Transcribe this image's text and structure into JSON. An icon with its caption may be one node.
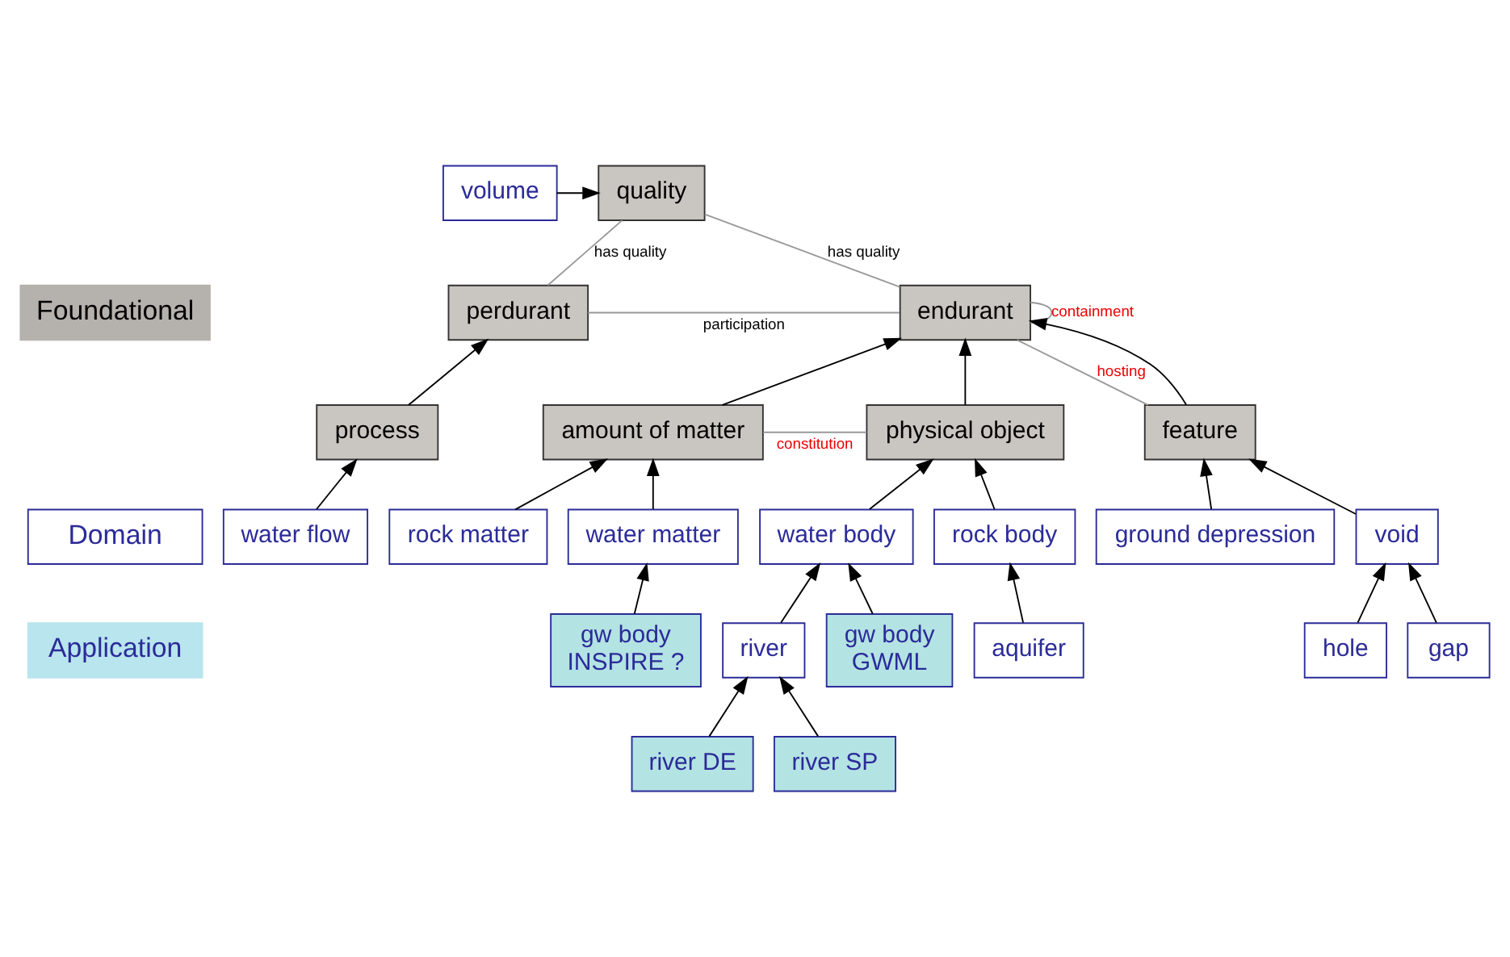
{
  "diagram": {
    "nodes": [
      {
        "text": [
          "Foundational"
        ]
      },
      {
        "text": [
          "Domain"
        ]
      },
      {
        "text": [
          "Application"
        ]
      },
      {
        "text": [
          "quality"
        ]
      },
      {
        "text": [
          "volume"
        ]
      },
      {
        "text": [
          "perdurant"
        ]
      },
      {
        "text": [
          "endurant"
        ]
      },
      {
        "text": [
          "process"
        ]
      },
      {
        "text": [
          "amount of matter"
        ]
      },
      {
        "text": [
          "physical object"
        ]
      },
      {
        "text": [
          "feature"
        ]
      },
      {
        "text": [
          "water flow"
        ]
      },
      {
        "text": [
          "rock matter"
        ]
      },
      {
        "text": [
          "water matter"
        ]
      },
      {
        "text": [
          "water body"
        ]
      },
      {
        "text": [
          "rock body"
        ]
      },
      {
        "text": [
          "ground depression"
        ]
      },
      {
        "text": [
          "void"
        ]
      },
      {
        "text": [
          "river"
        ]
      },
      {
        "text": [
          "aquifer"
        ]
      },
      {
        "text": [
          "hole"
        ]
      },
      {
        "text": [
          "gap"
        ]
      },
      {
        "text": [
          "gw body",
          "INSPIRE ?"
        ]
      },
      {
        "text": [
          "gw body",
          "GWML"
        ]
      },
      {
        "text": [
          "river DE"
        ]
      },
      {
        "text": [
          "river SP"
        ]
      }
    ],
    "edges": [
      {
        "from": 4,
        "to": 3,
        "arrow": "to"
      },
      {
        "from": 5,
        "to": 3,
        "arrow": "none",
        "label": "has quality",
        "color": "#999999"
      },
      {
        "from": 6,
        "to": 3,
        "arrow": "none",
        "label": "has quality",
        "color": "#999999"
      },
      {
        "from": 5,
        "to": 6,
        "arrow": "none",
        "label": "participation",
        "color": "#999999"
      },
      {
        "from": 6,
        "to": 6,
        "arrow": "none",
        "label": "containment",
        "color": "#999999"
      },
      {
        "from": 10,
        "to": 6,
        "arrow": "none",
        "label": "hosting",
        "color": "#999999"
      },
      {
        "from": 7,
        "to": 5,
        "arrow": "to"
      },
      {
        "from": 8,
        "to": 6,
        "arrow": "to"
      },
      {
        "from": 9,
        "to": 6,
        "arrow": "to"
      },
      {
        "from": 10,
        "to": 6,
        "arrow": "to"
      },
      {
        "from": 8,
        "to": 9,
        "arrow": "none",
        "label": "constitution",
        "color": "#999999"
      },
      {
        "from": 11,
        "to": 7,
        "arrow": "to"
      },
      {
        "from": 12,
        "to": 8,
        "arrow": "to"
      },
      {
        "from": 13,
        "to": 8,
        "arrow": "to"
      },
      {
        "from": 14,
        "to": 9,
        "arrow": "to"
      },
      {
        "from": 15,
        "to": 9,
        "arrow": "to"
      },
      {
        "from": 16,
        "to": 10,
        "arrow": "to"
      },
      {
        "from": 17,
        "to": 10,
        "arrow": "to"
      },
      {
        "from": 18,
        "to": 14,
        "arrow": "to"
      },
      {
        "from": 19,
        "to": 15,
        "arrow": "to"
      },
      {
        "from": 20,
        "to": 17,
        "arrow": "to"
      },
      {
        "from": 21,
        "to": 17,
        "arrow": "to"
      },
      {
        "from": 22,
        "to": 13,
        "arrow": "to"
      },
      {
        "from": 23,
        "to": 14,
        "arrow": "to"
      },
      {
        "from": 24,
        "to": 18,
        "arrow": "to"
      },
      {
        "from": 25,
        "to": 18,
        "arrow": "to"
      }
    ]
  }
}
